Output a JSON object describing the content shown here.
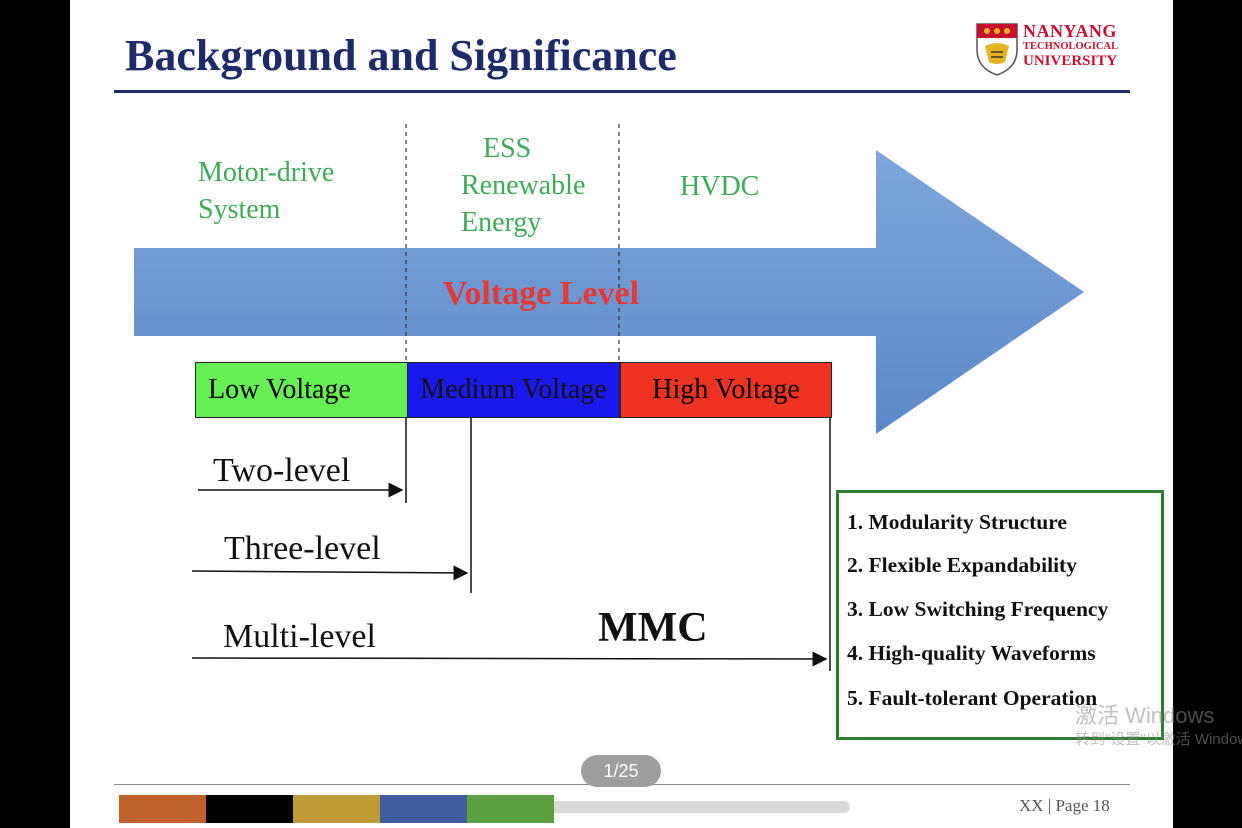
{
  "slide": {
    "title": "Background and Significance",
    "logo": {
      "line1": "NANYANG",
      "line2": "TECHNOLOGICAL",
      "line3": "UNIVERSITY"
    },
    "applications": {
      "motor": [
        "Motor-drive",
        "System"
      ],
      "ess": [
        "ESS",
        "Renewable",
        "Energy"
      ],
      "hvdc": "HVDC"
    },
    "arrow_label": "Voltage Level",
    "voltage_bars": [
      {
        "label": "Low Voltage",
        "color": "#66ee55"
      },
      {
        "label": "Medium Voltage",
        "color": "#1a1aee"
      },
      {
        "label": "High Voltage",
        "color": "#ee3322"
      }
    ],
    "levels": [
      "Two-level",
      "Three-level",
      "Multi-level"
    ],
    "mmc": "MMC",
    "features": [
      "1. Modularity Structure",
      "2. Flexible Expandability",
      "3. Low Switching Frequency",
      "4. High-quality Waveforms",
      "5. Fault-tolerant Operation"
    ],
    "footer": {
      "page_label": "XX | Page 18",
      "color_blocks": [
        "#c0602a",
        "#000000",
        "#c09a35",
        "#3f5da0",
        "#5aa040"
      ]
    }
  },
  "viewer": {
    "page_counter": "1/25"
  },
  "watermark": {
    "line1": "激活 Windows",
    "line2": "转到\"设置\"以激活 Windows"
  }
}
